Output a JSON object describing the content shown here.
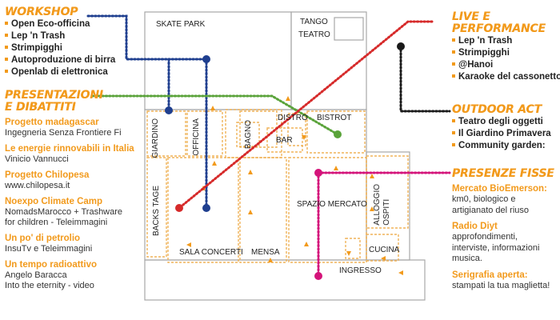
{
  "workshop": {
    "title": "WORKSHOP",
    "items": [
      "Open Eco-officina",
      "Lep 'n Trash",
      "Strimpigghi",
      "Autoproduzione di birra",
      "Openlab di elettronica"
    ]
  },
  "presentazioni": {
    "title_line1": "PRESENTAZIONI",
    "title_line2": "E DIBATTITI",
    "items": [
      {
        "title": "Progetto madagascar",
        "lines": [
          "Ingegneria Senza Frontiere Fi"
        ]
      },
      {
        "title": "Le energie rinnovabili in Italia",
        "lines": [
          " Vinicio Vannucci"
        ]
      },
      {
        "title": "Progetto Chilopesa",
        "lines": [
          "www.chilopesa.it"
        ]
      },
      {
        "title": "Noexpo Climate Camp",
        "lines": [
          "NomadsMarocco + Trashware",
          "for children - Teleimmagini"
        ]
      },
      {
        "title": "Un po' di petrolio",
        "lines": [
          "InsuTv e Teleimmagini"
        ]
      },
      {
        "title": "Un tempo radioattivo",
        "lines": [
          "Angelo Baracca",
          "Into the eternity - video"
        ]
      }
    ]
  },
  "live": {
    "title_line1": "LIVE E",
    "title_line2": "PERFORMANCE",
    "items": [
      "Lep 'n Trash",
      "Strimpigghi",
      "@Hanoi",
      "Karaoke del cassonetto"
    ]
  },
  "outdoor": {
    "title": "OUTDOOR ACT",
    "items": [
      "Teatro degli oggetti",
      "Il Giardino Primavera",
      "Community garden:"
    ]
  },
  "presenze": {
    "title": "PRESENZE FISSE",
    "items": [
      {
        "title": "Mercato BioEmerson:",
        "lines": [
          "km0, biologico e",
          "artigianato del riuso"
        ]
      },
      {
        "title": "Radio Diyt",
        "lines": [
          "approfondimenti,",
          "interviste, informazioni",
          "musica."
        ]
      },
      {
        "title": "Serigrafia aperta:",
        "lines": [
          "stampati la tua maglietta!"
        ]
      }
    ]
  },
  "rooms": {
    "skate_park": "SKATE PARK",
    "tango_teatro_1": "TANGO",
    "tango_teatro_2": "TEATRO",
    "giardino": "GIARDINO",
    "officina": "OFFICINA",
    "bagno": "BAGNO",
    "distro": "DISTRO",
    "bar": "BAR",
    "bistrot": "BISTROT",
    "backs_tage": "BACKS TAGE",
    "sala_concerti": "SALA CONCERTI",
    "mensa": "MENSA",
    "spazio_mercato": "SPAZIO MERCATO",
    "alloggio_ospiti_1": "ALLOGGIO",
    "alloggio_ospiti_2": "OSPITI",
    "cucina": "CUCINA",
    "ingresso": "INGRESSO"
  },
  "colors": {
    "accent": "#f29a1c",
    "workshop_line": "#1f3f8f",
    "presentazioni_line": "#d62a2a",
    "live_line": "#1a1a1a",
    "outdoor_line": "#5aa33a",
    "presenze_line": "#d4147a",
    "arrow": "#f29a1c",
    "wall": "#a8a8a8",
    "inner_wall": "#f0b35a"
  }
}
